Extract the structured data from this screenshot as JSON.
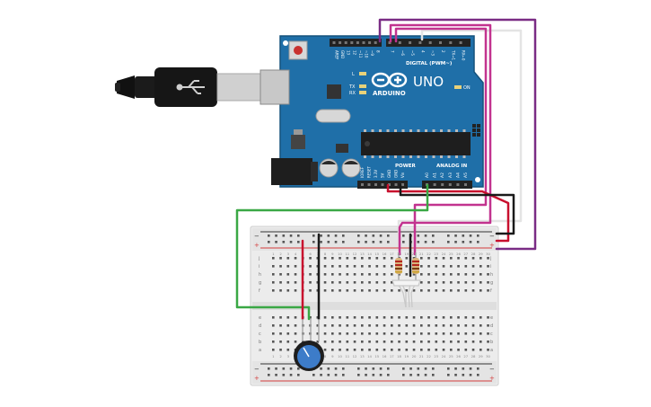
{
  "board": {
    "brand": "ARDUINO",
    "model": "UNO",
    "digital_header": "DIGITAL (PWM~)",
    "power_header": "POWER",
    "analog_header": "ANALOG IN",
    "on_label": "ON",
    "led_labels": [
      "L",
      "TX",
      "RX"
    ],
    "top_pins": [
      "AREF",
      "GND",
      "13",
      "12",
      "~11",
      "~10",
      "~9",
      "8",
      "7",
      "~6",
      "~5",
      "4",
      "~3",
      "2",
      "TX→1",
      "RX←0"
    ],
    "power_pins": [
      "IOREF",
      "RESET",
      "3.3V",
      "5V",
      "GND",
      "GND",
      "Vin"
    ],
    "analog_pins": [
      "A0",
      "A1",
      "A2",
      "A3",
      "A4",
      "A5"
    ]
  },
  "breadboard": {
    "row_letters_top": [
      "j",
      "i",
      "h",
      "g",
      "f"
    ],
    "row_letters_bottom": [
      "e",
      "d",
      "c",
      "b",
      "a"
    ],
    "column_numbers": [
      "1",
      "2",
      "3",
      "4",
      "5",
      "6",
      "7",
      "8",
      "9",
      "10",
      "11",
      "12",
      "13",
      "14",
      "15",
      "16",
      "17",
      "18",
      "19",
      "20",
      "21",
      "22",
      "23",
      "24",
      "25",
      "26",
      "27",
      "28",
      "29",
      "30"
    ],
    "rail_minus": "−",
    "rail_plus": "+"
  },
  "colors": {
    "board": "#1f6fa8",
    "board_dark": "#16507a",
    "breadboard": "#ececec",
    "rail_red": "#d43c3c",
    "rail_black": "#333333",
    "wire_red": "#c8102e",
    "wire_black": "#1a1a1a",
    "wire_magenta": "#c2338f",
    "wire_purple": "#7a2c85",
    "wire_green": "#3aa845",
    "wire_white": "#e8e8e8",
    "knob": "#3d7cc9"
  }
}
